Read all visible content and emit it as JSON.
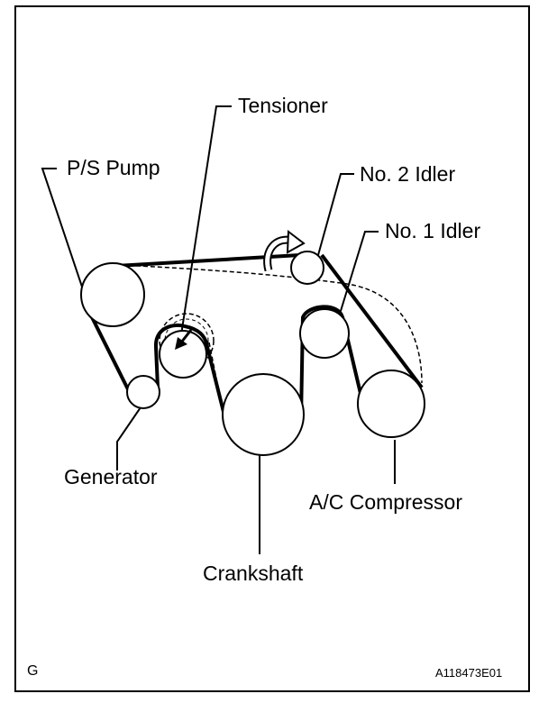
{
  "labels": {
    "tensioner": "Tensioner",
    "ps_pump": "P/S Pump",
    "no2_idler": "No. 2 Idler",
    "no1_idler": "No. 1 Idler",
    "generator": "Generator",
    "ac_compressor": "A/C Compressor",
    "crankshaft": "Crankshaft"
  },
  "footer": {
    "left_code": "G",
    "figure_id": "A118473E01"
  },
  "colors": {
    "ink": "#000000",
    "background": "#ffffff"
  }
}
